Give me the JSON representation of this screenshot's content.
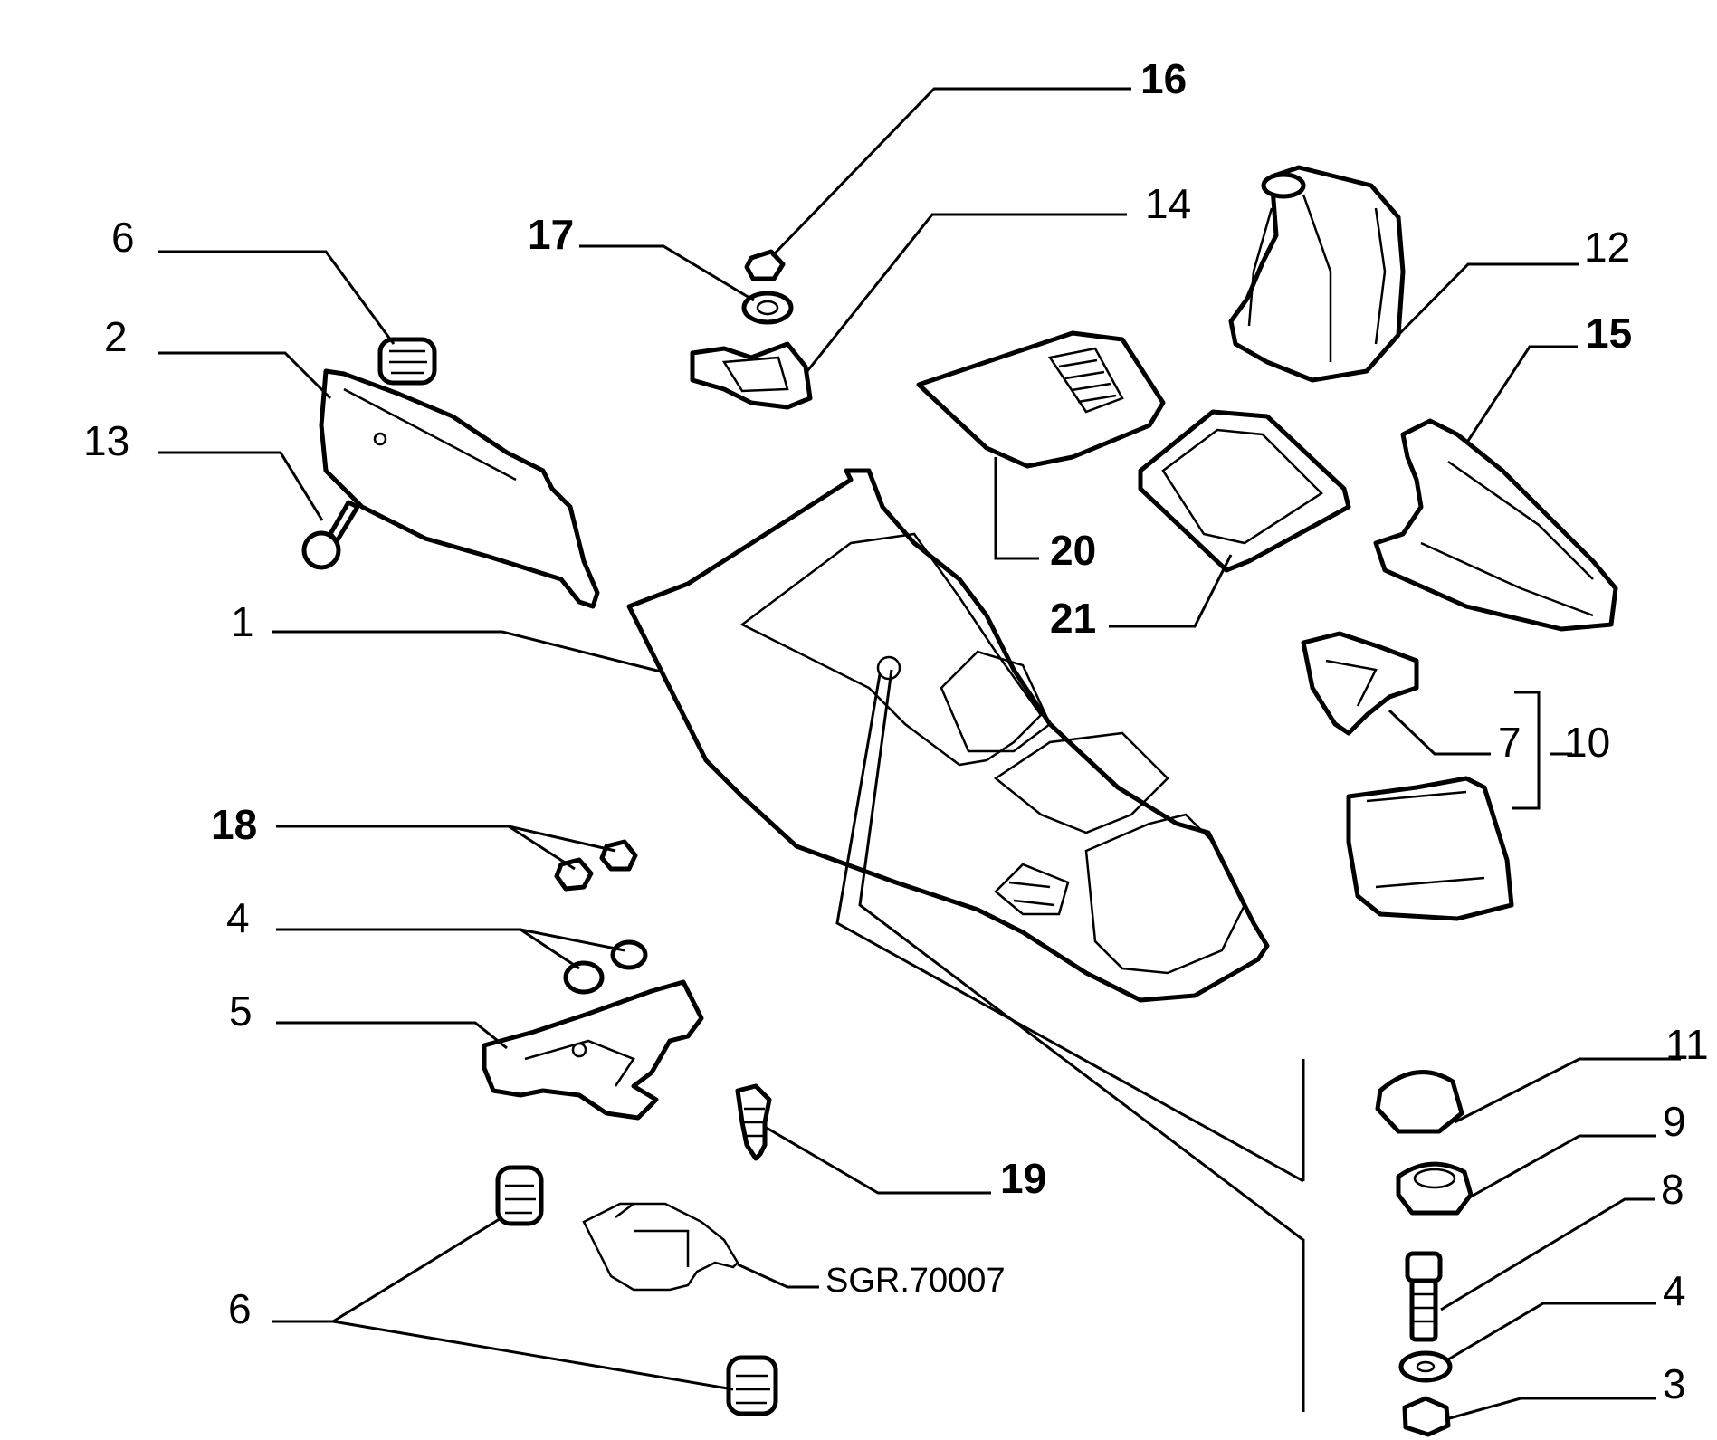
{
  "diagram": {
    "colors": {
      "ink": "#000000",
      "paper": "#ffffff"
    },
    "callouts": [
      {
        "id": "c16",
        "text": "16",
        "bold": true
      },
      {
        "id": "c17",
        "text": "17",
        "bold": true
      },
      {
        "id": "c14",
        "text": "14",
        "bold": false
      },
      {
        "id": "c6a",
        "text": "6",
        "bold": false
      },
      {
        "id": "c2",
        "text": "2",
        "bold": false
      },
      {
        "id": "c13",
        "text": "13",
        "bold": false
      },
      {
        "id": "c12",
        "text": "12",
        "bold": false
      },
      {
        "id": "c15",
        "text": "15",
        "bold": true
      },
      {
        "id": "c20",
        "text": "20",
        "bold": true
      },
      {
        "id": "c21",
        "text": "21",
        "bold": true
      },
      {
        "id": "c1",
        "text": "1",
        "bold": false
      },
      {
        "id": "c7",
        "text": "7",
        "bold": false
      },
      {
        "id": "c10",
        "text": "10",
        "bold": false
      },
      {
        "id": "c18",
        "text": "18",
        "bold": true
      },
      {
        "id": "c4a",
        "text": "4",
        "bold": false
      },
      {
        "id": "c5",
        "text": "5",
        "bold": false
      },
      {
        "id": "c19",
        "text": "19",
        "bold": true
      },
      {
        "id": "c11",
        "text": "11",
        "bold": false
      },
      {
        "id": "c9",
        "text": "9",
        "bold": false
      },
      {
        "id": "c8",
        "text": "8",
        "bold": false
      },
      {
        "id": "c4b",
        "text": "4",
        "bold": false
      },
      {
        "id": "c3",
        "text": "3",
        "bold": false
      },
      {
        "id": "c6b",
        "text": "6",
        "bold": false
      }
    ],
    "reference": "SGR.70007"
  }
}
